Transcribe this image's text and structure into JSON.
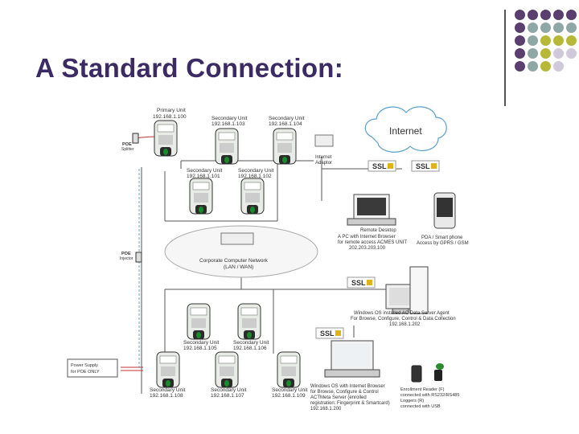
{
  "slide": {
    "title": "A Standard Connection:",
    "dot_colors": {
      "purple": "#5b3f6e",
      "teal": "#8fa7a5",
      "olive": "#b7b838",
      "lilac": "#cfc9da"
    }
  },
  "diagram": {
    "internet_label": "Internet",
    "ssl_label": "SSL",
    "top_units": {
      "primary": [
        "Primary Unit",
        "192.168.1.100"
      ],
      "secondary_a": [
        "Secondary Unit",
        "192.168.1.103"
      ],
      "secondary_b": [
        "Secondary Unit",
        "192.168.1.104"
      ],
      "secondary_c": [
        "Secondary Unit",
        "192.168.1.101"
      ],
      "secondary_d": [
        "Secondary Unit",
        "192.168.1.102"
      ]
    },
    "poe_splitter": [
      "POE",
      "Splitter"
    ],
    "internet_adaptor": [
      "Internet",
      "Adaptor"
    ],
    "remote_desktop": [
      "Remote Desktop",
      "A PC with Internet Browser",
      "for remote access ACMES UNIT",
      "202.203.203.100"
    ],
    "pda": [
      "PDA / Smart phone",
      "Access by GPRS / GSM"
    ],
    "poe_injector": [
      "POE",
      "Injector"
    ],
    "network": [
      "Corporate Computer Network",
      "(LAN / WAN)"
    ],
    "server_pc": [
      "Windows OS installed AC Data Server Agent",
      "For Browse, Configure, Control & Data Collection",
      "192.168.1.202"
    ],
    "power_supply": [
      "Power Supply",
      "for POE ONLY"
    ],
    "bottom_units": {
      "upper_left": [
        "Secondary Unit",
        "192.168.1.105"
      ],
      "upper_right": [
        "Secondary Unit",
        "192.168.1.106"
      ],
      "lower_1": [
        "Secondary Unit",
        "192.168.1.108"
      ],
      "lower_2": [
        "Secondary Unit",
        "192.168.1.107"
      ],
      "lower_3": [
        "Secondary Unit",
        "192.168.1.109"
      ]
    },
    "windows_pc": [
      "Windows OS with Internet Browser",
      "for Browse, Configure & Control",
      "ACTMeta Server (enrolled",
      "registration: Fingerprint & Smartcard)",
      "192.168.1.200"
    ],
    "enrollment_reader": [
      "Enrollment Reader (F)",
      "connected with RS232/RS485",
      "Loggers (R)",
      "connected with USB"
    ]
  }
}
